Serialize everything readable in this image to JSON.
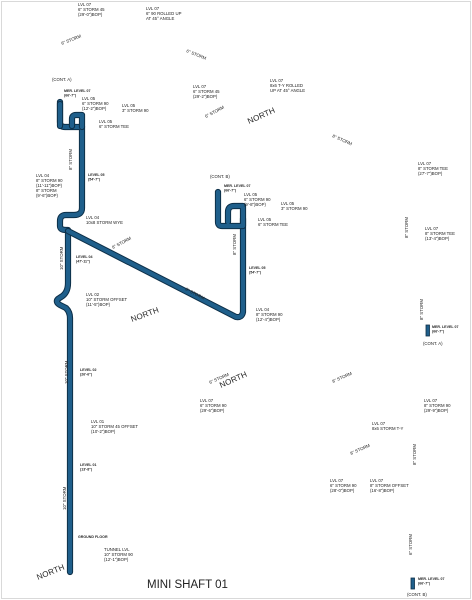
{
  "title": "MINI SHAFT 01",
  "north_label": "NORTH",
  "pipe_color": "#1f5f8b",
  "notes_top": {
    "lvl07_45_rolled": [
      "LVL 07",
      "6\" STORM 45",
      "(29'-0\")BOP)"
    ],
    "lvl07_90_rolled": [
      "LVL 07",
      "6\" 90 ROLLED UP",
      "AT 45° ANGLE"
    ],
    "cont_a_top": "(CONT. A)",
    "mer_level_07_a": [
      "MER. LEVEL 07",
      "(66'-7\")"
    ],
    "lvl05_a": [
      "LVL 05",
      "6\" STORM 90",
      "(12'-2\")BOP)"
    ],
    "lvl05_b": [
      "LVL 05",
      "3\" STORM 90"
    ],
    "lvl05_c": [
      "LVL 05",
      "6\" STORM TEE"
    ],
    "lvl07_mid_45": [
      "LVL 07",
      "6\" STORM 45",
      "(29'-2\")BOP)"
    ],
    "lvl07_tee_rolled": [
      "LVL 07",
      "8x6 T-Y ROLLED",
      "UP AT 45° ANGLE"
    ],
    "level_05_a": [
      "LEVEL 05",
      "(54'-7\")"
    ],
    "lvl04_a": [
      "LVL 04",
      "8\" STORM 90",
      "(11'-11\")BOP)",
      "8\" STORM",
      "(9'-6\")BOP)"
    ],
    "lvl04_wye": [
      "LVL 04",
      "10x8 STORM WYE"
    ],
    "level_04_a": [
      "LEVEL 04",
      "(47'-11\")"
    ],
    "cont_b_top": "(CONT. B)",
    "mer_level_07_b": [
      "MER. LEVEL 07",
      "(66'-7\")"
    ],
    "lvl05_d": [
      "LVL 05",
      "6\" STORM 90",
      "(9'-8\")BOP)"
    ],
    "lvl05_e": [
      "LVL 05",
      "3\" STORM 90"
    ],
    "lvl05_f": [
      "LVL 05",
      "6\" STORM TEE"
    ],
    "level_05_b": [
      "LEVEL 05",
      "(54'-7\")"
    ],
    "lvl07_right_tee": [
      "LVL 07",
      "8\" STORM TEE",
      "(27'-7\")BOP)"
    ],
    "lvl07_right_tee2": [
      "LVL 07",
      "8\" STORM TEE",
      "(13'-4\")BOP)"
    ]
  },
  "notes_bottom": {
    "lvl02_offset": [
      "LVL 02",
      "10\" STORM OFFSET",
      "(11'-5\")BOP)"
    ],
    "lvl04_90": [
      "LVL 04",
      "8\" STORM 90",
      "(12'-4\")BOP)"
    ],
    "mer_level_07_c": [
      "MER. LEVEL 07",
      "(66'-7\")"
    ],
    "cont_a_bottom": "(CONT. A)",
    "level_02": [
      "LEVEL 02",
      "(26'-6\")"
    ],
    "lvl07_storm90": [
      "LVL 07",
      "6\" STORM 90",
      "(29'-6\")BOP)"
    ],
    "lvl07_right_90": [
      "LVL 07",
      "8\" STORM 90",
      "(29'-9\")BOP)"
    ],
    "lvl07_8x6": [
      "LVL 07",
      "8x6 STORM T-Y"
    ],
    "lvl01_offset": [
      "LVL 01",
      "10\" STORM 45 OFFSET",
      "(10'-2\")BOP)"
    ],
    "level_01": [
      "LEVEL 01",
      "(13'-8\")"
    ],
    "lvl07_bl": [
      "LVL 07",
      "6\" STORM 90",
      "(28'-0\")BOP)"
    ],
    "lvl07_br": [
      "LVL 07",
      "8\" STORM OFFSET",
      "(16'-8\")BOP)"
    ],
    "ground_floor": "GROUND FLOOR",
    "tunnel_lvl": [
      "TUNNEL LVL",
      "10\" STORM 90",
      "(12'-1\")BOP)"
    ],
    "mer_level_07_d": [
      "MER. LEVEL 07",
      "(66'-7\")"
    ],
    "cont_b_bottom": "(CONT. B)"
  },
  "pipe_labels": {
    "storm6_a": "6\" STORM",
    "storm6_b": "6\" STORM",
    "storm6_c": "6\" STORM",
    "storm8_a": "8\" STORM",
    "storm8_b": "8\" STORM",
    "storm8_c": "8\" STORM",
    "storm8_d": "8\" STORM",
    "storm8_e": "8\" STORM",
    "storm8_f": "8\" STORM",
    "storm8_g": "8\" STORM",
    "storm8_h": "8\" STORM",
    "storm8_i": "8\" STORM",
    "storm8_j": "8\" STORM",
    "storm10_a": "10\" STORM",
    "storm10_b": "10\" STORM",
    "storm10_c": "10\" STORM",
    "storm6_d": "6\" STORM",
    "storm6_e": "6\" STORM"
  }
}
